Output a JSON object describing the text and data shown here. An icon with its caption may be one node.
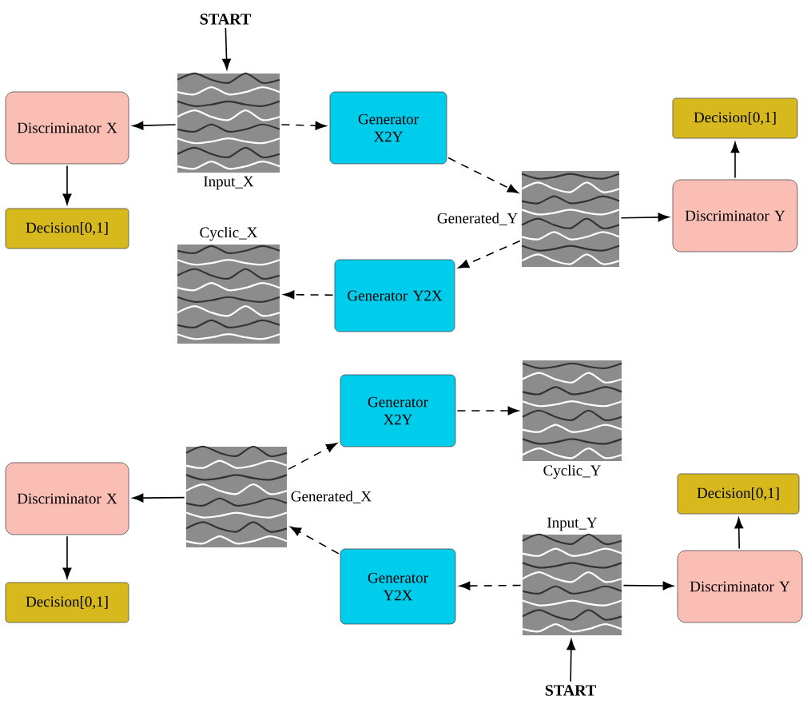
{
  "diagram": {
    "nodes": [
      {
        "text": [
          "START"
        ]
      },
      {
        "text": [],
        "shape": "picture",
        "beside": [
          "Input_X"
        ]
      },
      {
        "text": [
          "Discriminator X"
        ]
      },
      {
        "text": [
          "Decision[0,1]"
        ]
      },
      {
        "text": [
          "Generator X2Y"
        ]
      },
      {
        "text": [],
        "shape": "picture",
        "beside": [
          "Generated_Y"
        ]
      },
      {
        "text": [
          "Discriminator Y"
        ]
      },
      {
        "text": [
          "Decision[0,1]"
        ]
      },
      {
        "text": [
          "Generator Y2X"
        ]
      },
      {
        "text": [],
        "shape": "picture",
        "beside": [
          "Cyclic_X"
        ]
      },
      {
        "text": [
          "Generator X2Y"
        ]
      },
      {
        "text": [],
        "shape": "picture",
        "beside": [
          "Cyclic_Y"
        ]
      },
      {
        "text": [
          "Discriminator X"
        ]
      },
      {
        "text": [],
        "shape": "picture",
        "beside": [
          "Generated_X"
        ]
      },
      {
        "text": [
          "Decision[0,1]"
        ]
      },
      {
        "text": [
          "Generator Y2X"
        ]
      },
      {
        "text": [],
        "shape": "picture",
        "beside": [
          "Input_Y"
        ]
      },
      {
        "text": [
          "Decision[0,1]"
        ]
      },
      {
        "text": [
          "Discriminator Y"
        ]
      },
      {
        "text": [
          "START"
        ]
      }
    ],
    "edges": [
      {
        "from": 0,
        "to": 1,
        "arrow": "to"
      },
      {
        "from": 1,
        "to": 2,
        "arrow": "to"
      },
      {
        "from": 1,
        "to": 4,
        "arrow": "to",
        "style": "dashed"
      },
      {
        "from": 2,
        "to": 3,
        "arrow": "to"
      },
      {
        "from": 4,
        "to": 5,
        "arrow": "to",
        "style": "dashed"
      },
      {
        "from": 5,
        "to": 6,
        "arrow": "to"
      },
      {
        "from": 6,
        "to": 7,
        "arrow": "to"
      },
      {
        "from": 5,
        "to": 8,
        "arrow": "to",
        "style": "dashed"
      },
      {
        "from": 8,
        "to": 9,
        "arrow": "to",
        "style": "dashed"
      },
      {
        "from": 10,
        "to": 11,
        "arrow": "to",
        "style": "dashed"
      },
      {
        "from": 13,
        "to": 10,
        "arrow": "to",
        "style": "dashed"
      },
      {
        "from": 13,
        "to": 12,
        "arrow": "to"
      },
      {
        "from": 12,
        "to": 14,
        "arrow": "to"
      },
      {
        "from": 15,
        "to": 13,
        "arrow": "to",
        "style": "dashed"
      },
      {
        "from": 16,
        "to": 15,
        "arrow": "to",
        "style": "dashed"
      },
      {
        "from": 16,
        "to": 18,
        "arrow": "to"
      },
      {
        "from": 18,
        "to": 17,
        "arrow": "to"
      },
      {
        "from": 19,
        "to": 16,
        "arrow": "to"
      }
    ]
  }
}
